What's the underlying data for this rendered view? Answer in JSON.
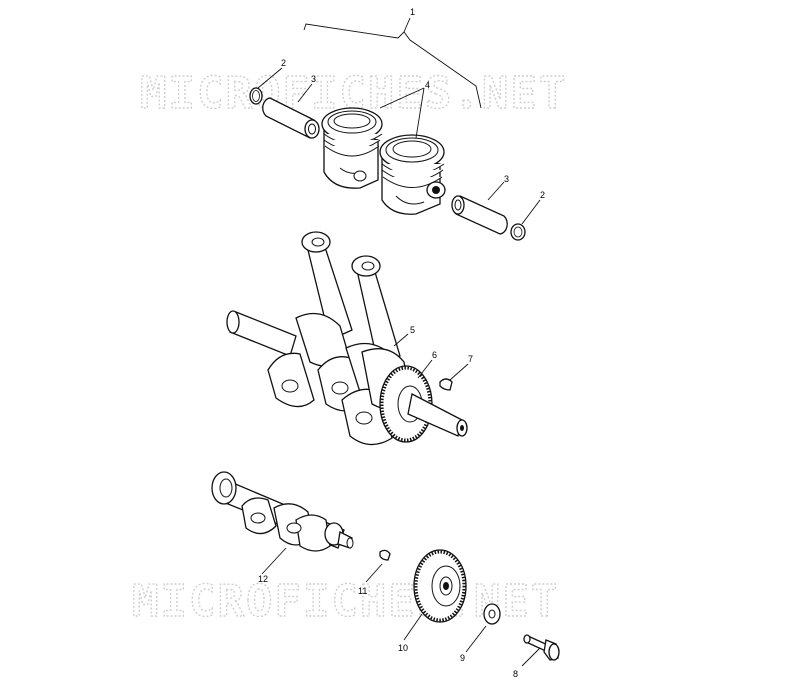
{
  "watermark": {
    "text": "MICROFICHES.NET"
  },
  "callouts": {
    "c1": "1",
    "c2a": "2",
    "c2b": "2",
    "c3a": "3",
    "c3b": "3",
    "c4": "4",
    "c5": "5",
    "c6": "6",
    "c7": "7",
    "c8": "8",
    "c9": "9",
    "c10": "10",
    "c11": "11",
    "c12": "12"
  }
}
